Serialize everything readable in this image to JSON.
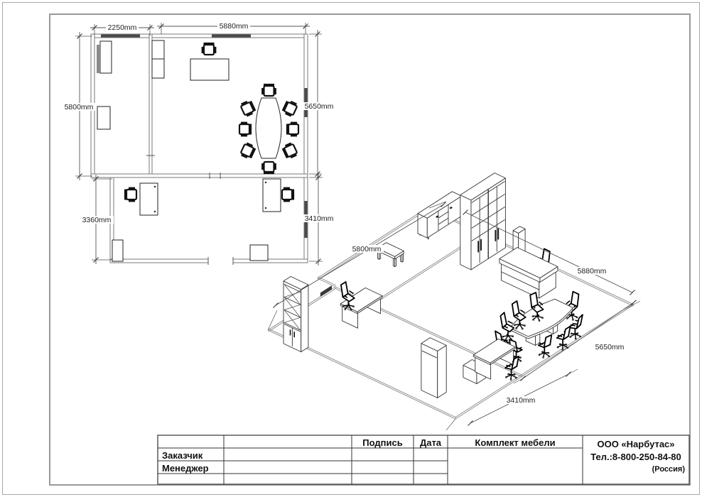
{
  "sheet": {
    "plan2d": {
      "dim_top_left": "2250mm",
      "dim_top_right": "5880mm",
      "dim_left_upper": "5800mm",
      "dim_right_upper": "5650mm",
      "dim_left_lower": "3360mm",
      "dim_right_lower": "3410mm"
    },
    "iso": {
      "dim_back_left": "5800mm",
      "dim_back_right": "5880mm",
      "dim_right": "5650mm",
      "dim_front": "3410mm"
    },
    "title_block": {
      "signature": "Подпись",
      "date": "Дата",
      "furniture_set": "Комплект мебели",
      "customer": "Заказчик",
      "manager": "Менеджер",
      "company_name": "ООО «Нарбутас»",
      "company_phone": "Тел.:8-800-250-84-80",
      "company_country": "(Россия)"
    }
  }
}
